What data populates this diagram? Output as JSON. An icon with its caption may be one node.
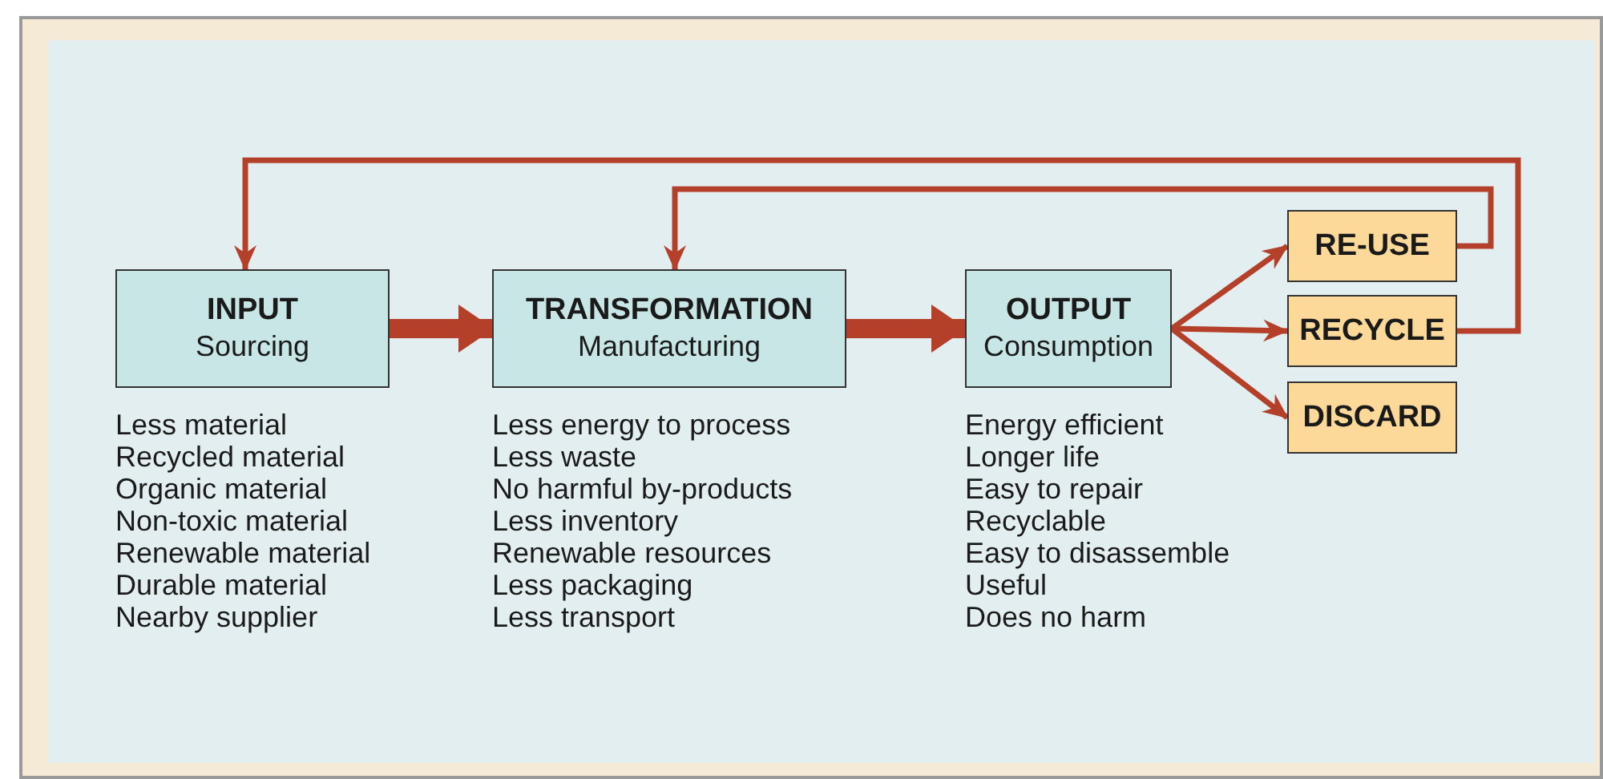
{
  "diagram": {
    "nodes": [
      {
        "text": [
          "INPUT",
          "Sourcing"
        ],
        "beside": [
          "Less material",
          "Recycled material",
          "Organic material",
          "Non-toxic material",
          "Renewable material",
          "Durable material",
          "Nearby supplier"
        ]
      },
      {
        "text": [
          "TRANSFORMATION",
          "Manufacturing"
        ],
        "beside": [
          "Less energy to process",
          "Less waste",
          "No harmful by-products",
          "Less inventory",
          "Renewable resources",
          "Less packaging",
          "Less transport"
        ]
      },
      {
        "text": [
          "OUTPUT",
          "Consumption"
        ],
        "beside": [
          "Energy efficient",
          "Longer life",
          "Easy to repair",
          "Recyclable",
          "Easy to disassemble",
          "Useful",
          "Does no harm"
        ]
      },
      {
        "text": [
          "RE-USE"
        ]
      },
      {
        "text": [
          "RECYCLE"
        ]
      },
      {
        "text": [
          "DISCARD"
        ]
      }
    ],
    "edges": [
      {
        "from": 0,
        "to": 1,
        "arrow": "to",
        "style": "thick"
      },
      {
        "from": 1,
        "to": 2,
        "arrow": "to",
        "style": "thick"
      },
      {
        "from": 2,
        "to": 3,
        "arrow": "to"
      },
      {
        "from": 2,
        "to": 4,
        "arrow": "to"
      },
      {
        "from": 2,
        "to": 5,
        "arrow": "to"
      },
      {
        "from": 3,
        "to": 1,
        "arrow": "to"
      },
      {
        "from": 4,
        "to": 0,
        "arrow": "to"
      }
    ]
  }
}
